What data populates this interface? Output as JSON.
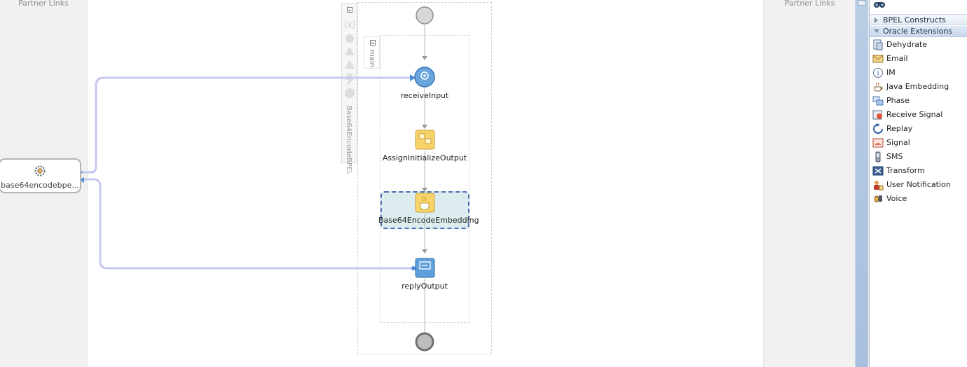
{
  "partner_links": {
    "left_title": "Partner Links",
    "right_title": "Partner Links",
    "service_label": "base64encodebpe..."
  },
  "process": {
    "scope_name": "Base64EncodeBPEL",
    "sequence_name": "main",
    "activities": [
      {
        "id": "receive",
        "label": "receiveInput",
        "icon": "receive-gear-icon"
      },
      {
        "id": "assign",
        "label": "AssignInitializeOutput",
        "icon": "assign-icon"
      },
      {
        "id": "java",
        "label": "Base64EncodeEmbedding",
        "icon": "java-embedding-icon",
        "selected": true
      },
      {
        "id": "reply",
        "label": "replyOutput",
        "icon": "reply-icon"
      }
    ]
  },
  "palette": {
    "sections": [
      {
        "label": "BPEL Constructs",
        "expanded": false
      },
      {
        "label": "Oracle Extensions",
        "expanded": true
      }
    ],
    "items": [
      {
        "label": "Dehydrate",
        "icon": "dehydrate-icon"
      },
      {
        "label": "Email",
        "icon": "email-icon"
      },
      {
        "label": "IM",
        "icon": "im-icon"
      },
      {
        "label": "Java Embedding",
        "icon": "java-embedding-icon"
      },
      {
        "label": "Phase",
        "icon": "phase-icon"
      },
      {
        "label": "Receive Signal",
        "icon": "receive-signal-icon"
      },
      {
        "label": "Replay",
        "icon": "replay-icon"
      },
      {
        "label": "Signal",
        "icon": "signal-icon"
      },
      {
        "label": "SMS",
        "icon": "sms-icon"
      },
      {
        "label": "Transform",
        "icon": "transform-icon"
      },
      {
        "label": "User Notification",
        "icon": "user-notification-icon"
      },
      {
        "label": "Voice",
        "icon": "voice-icon"
      }
    ]
  },
  "colors": {
    "link_line": "#c5c8f0",
    "selection_border": "#4a6fb0",
    "selection_fill": "#dcecef",
    "palette_accent": "#b9cde4"
  }
}
